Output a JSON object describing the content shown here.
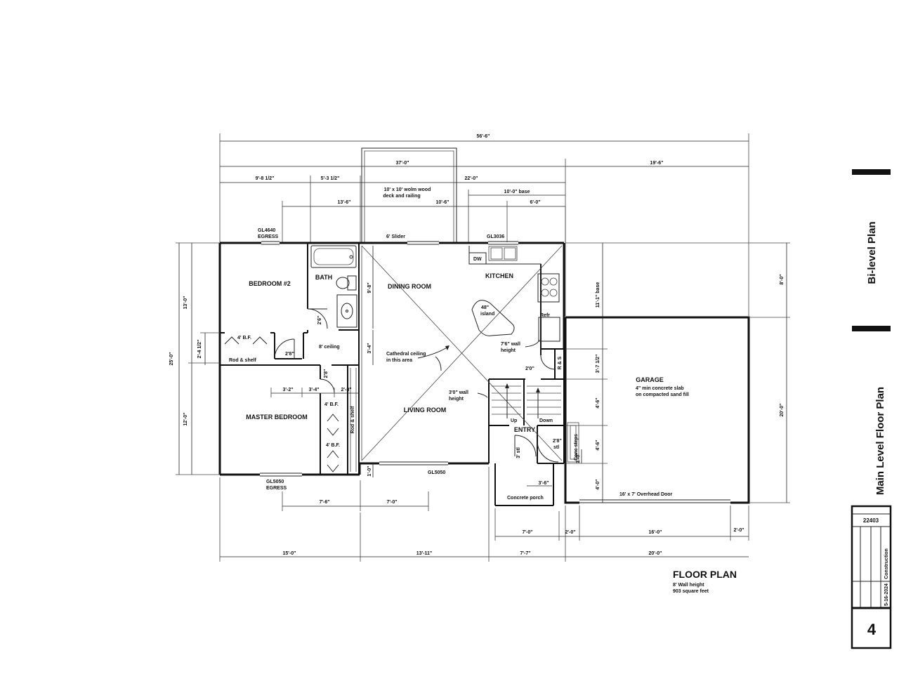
{
  "sheet": {
    "title": "Bi-level Plan",
    "subtitle": "Main Level Floor Plan",
    "job_number": "22403",
    "revision_date": "5-16-2024",
    "revision_note": "Construction",
    "page_number": "4"
  },
  "plan_title": {
    "title": "FLOOR PLAN",
    "wall_height": "8' Wall height",
    "area": "903 square feet"
  },
  "rooms": {
    "bedroom2": "BEDROOM #2",
    "bath": "BATH",
    "dining": "DINING ROOM",
    "kitchen": "KITCHEN",
    "master": "MASTER BEDROOM",
    "living": "LIVING ROOM",
    "entry": "ENTRY",
    "garage": "GARAGE"
  },
  "labels": {
    "egress_top_1": "GL4640",
    "egress_top_2": "EGRESS",
    "slider": "6' Slider",
    "gl3036": "GL3036",
    "deck_1": "10' x 10' wolm wood",
    "deck_2": "deck and railing",
    "dw": "DW",
    "island_1": "48\"",
    "island_2": "island",
    "refr": "Refr",
    "rs": "R & S",
    "bf_top": "4' B.F.",
    "rod_shelf": "Rod & shelf",
    "ceiling_8": "8' ceiling",
    "cathedral_1": "Cathedral ceiling",
    "cathedral_2": "in this area",
    "kitchen_wall_1": "7'6\" wall",
    "kitchen_wall_2": "height",
    "stair_wall_1": "3'0\" wall",
    "stair_wall_2": "height",
    "garage_slab_1": "4\" min concrete slab",
    "garage_slab_2": "on compacted sand fill",
    "bf_master_1": "4' B.F.",
    "bf_master_2": "4' B.F.",
    "rod_shelf_v": "Rod & shelf",
    "up": "Up",
    "down": "Down",
    "stl_3": "3' stl",
    "stl_28_1": "2'8\"",
    "stl_28_2": "stl",
    "conc_steps": "Conc steps",
    "egress_bot_1": "GL5050",
    "egress_bot_2": "EGRESS",
    "gl5050": "GL5050",
    "porch": "Concrete porch",
    "overhead": "16' x 7' Overhead Door",
    "door_26": "2'6\"",
    "door_28a": "2'8\"",
    "door_28b": "2'8\"",
    "door_20": "2'0\""
  },
  "dimensions": {
    "total_width": "56'-6\"",
    "house_width": "37'-0\"",
    "garage_width": "19'-6\"",
    "d_9_8": "9'-8 1/2\"",
    "d_5_3": "5'-3 1/2\"",
    "d_22": "22'-0\"",
    "base_10": "10'-0\" base",
    "d_13_6": "13'-6\"",
    "d_10_6": "10'-6\"",
    "d_6": "6'-0\"",
    "left_25": "25'-0\"",
    "left_13": "13'-0\"",
    "left_12": "12'-0\"",
    "left_2_4": "2'-4 1/2\"",
    "d_9_8v": "9'-8\"",
    "d_3_4v": "3'-4\"",
    "d_1_0v": "1'-0\"",
    "d_3_2": "3'-2\"",
    "d_3_4": "3'-4\"",
    "d_2_8": "2'-8\"",
    "base_11": "11'-1\" base",
    "d_3_7": "3'-7 1/2\"",
    "d_4_6a": "4'-6\"",
    "d_4_6b": "4'-6\"",
    "d_2_0v": "2'-0\"",
    "d_4_0v": "4'-0\"",
    "right_8": "8'-0\"",
    "right_20": "20'-0\"",
    "d_3_6": "3'-6\"",
    "d_7_6": "7'-6\"",
    "d_7_0a": "7'-0\"",
    "d_7_0b": "7'-0\"",
    "d_2_0a": "2'-0\"",
    "d_16": "16'-0\"",
    "d_2_0b": "2'-0\"",
    "d_15": "15'-0\"",
    "d_13_11": "13'-11\"",
    "d_7_7": "7'-7\"",
    "d_20": "20'-0\""
  }
}
